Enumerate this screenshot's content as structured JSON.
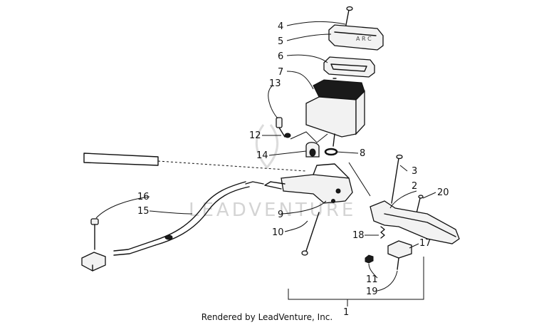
{
  "diagram": {
    "labels": [
      "1",
      "2",
      "3",
      "4",
      "5",
      "6",
      "7",
      "8",
      "9",
      "10",
      "11",
      "12",
      "13",
      "14",
      "15",
      "16",
      "17",
      "18",
      "19",
      "20"
    ],
    "watermark": "LEADVENTURE"
  },
  "footer": {
    "text": "Rendered by LeadVenture, Inc."
  }
}
